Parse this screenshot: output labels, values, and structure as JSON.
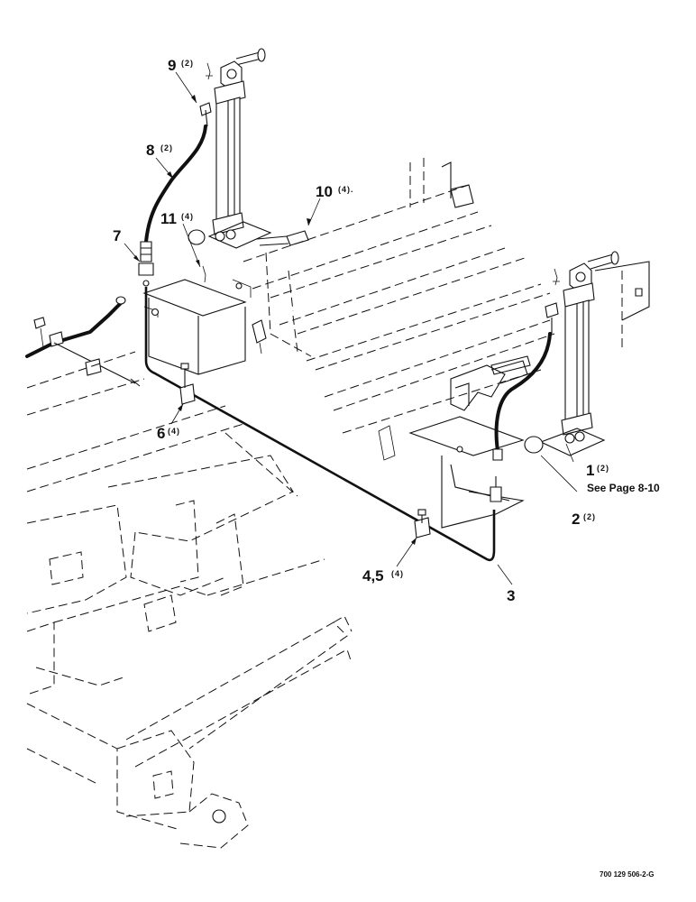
{
  "callouts": [
    {
      "num": "9",
      "qty": "(2)"
    },
    {
      "num": "8",
      "qty": "(2)"
    },
    {
      "num": "10",
      "qty": "(4)."
    },
    {
      "num": "11",
      "qty": "(4)"
    },
    {
      "num": "7",
      "qty": ""
    },
    {
      "num": "6",
      "qty": "(4)"
    },
    {
      "num": "1",
      "qty": "(2)"
    },
    {
      "num": "2",
      "qty": "(2)"
    },
    {
      "num": "4,5",
      "qty": "(4)"
    },
    {
      "num": "3",
      "qty": ""
    }
  ],
  "see_page_note": "See Page 8-10",
  "drawing_code": "700 129 506-2-G"
}
